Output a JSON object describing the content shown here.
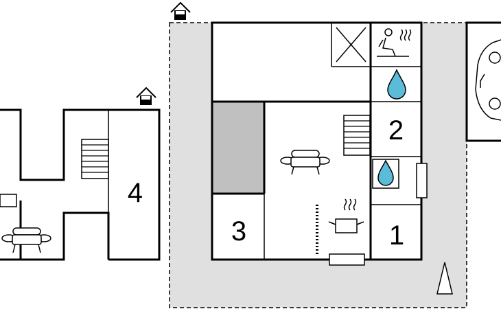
{
  "rooms": [
    {
      "id": "room-1",
      "label": "1"
    },
    {
      "id": "room-2",
      "label": "2"
    },
    {
      "id": "room-3",
      "label": "3"
    },
    {
      "id": "room-4",
      "label": "4"
    }
  ],
  "icons": [
    "entrance-icon",
    "sauna-icon",
    "no-access-icon",
    "water-drop-icon",
    "sofa-icon",
    "stairs-icon",
    "cooking-pot-icon",
    "car-icon",
    "north-arrow-icon"
  ],
  "colors": {
    "terrace_fill": "#e0e0e0",
    "storage_fill": "#c0c0c0",
    "water": "#5bbcd9",
    "wall": "#000000"
  }
}
